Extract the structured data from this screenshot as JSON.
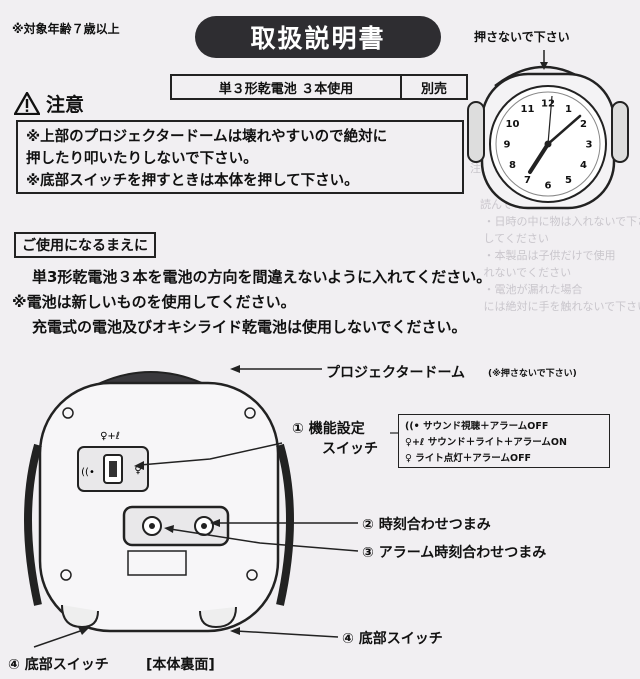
{
  "age_notice": "※対象年齢７歳以上",
  "title": "取扱説明書",
  "battery": {
    "spec": "単３形乾電池 ３本使用",
    "sold_separately": "別売"
  },
  "caution": {
    "heading": "注意",
    "lines": [
      "※上部のプロジェクタードームは壊れやすいので絶対に",
      "押したり叩いたりしないで下さい。",
      "※底部スイッチを押すときは本体を押して下さい。"
    ]
  },
  "preparation": {
    "heading": "ご使用になるまえに",
    "lines": [
      "単3形乾電池３本を電池の方向を間違えないように入れてください。",
      "※電池は新しいものを使用してください。",
      "充電式の電池及びオキシライド乾電池は使用しないでください。"
    ]
  },
  "clock_illustration": {
    "note": "押さないで下さい",
    "dial_numbers": [
      "12",
      "1",
      "2",
      "3",
      "4",
      "5",
      "6",
      "7",
      "8",
      "9",
      "10",
      "11"
    ]
  },
  "diagram": {
    "projector_dome": "プロジェクタードーム",
    "projector_dome_note": "(※押さないで下さい)",
    "mode_switch": "① 機能設定",
    "mode_switch_2": "スイッチ",
    "mode_options": [
      "サウンド視聴＋アラームOFF",
      "サウンド＋ライト＋アラームON",
      "ライト点灯＋アラームOFF"
    ],
    "time_knob": "② 時刻合わせつまみ",
    "alarm_knob": "③ アラーム時刻合わせつまみ",
    "bottom_switch_right": "④ 底部スイッチ",
    "bottom_switch_left": "④ 底部スイッチ",
    "back_view": "[本体裏面]"
  },
  "colors": {
    "paper": "#f1eff2",
    "ink": "#111111",
    "title_bg": "#2e2d31"
  }
}
